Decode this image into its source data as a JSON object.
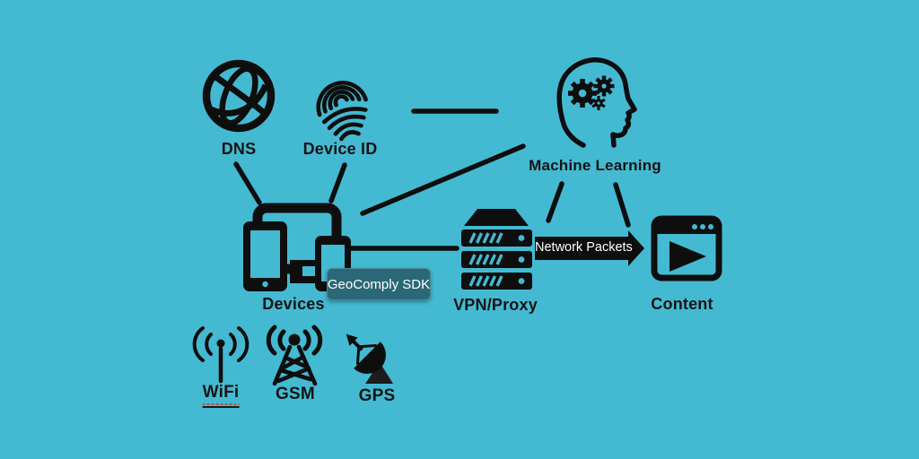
{
  "canvas": {
    "background_color": "#44bad2",
    "ink_color": "#0e0e0e"
  },
  "nodes": {
    "dns": {
      "label": "DNS",
      "icon": "globe-icon"
    },
    "device_id": {
      "label": "Device ID",
      "icon": "fingerprint-icon"
    },
    "machine_learning": {
      "label": "Machine Learning",
      "icon": "head-gears-icon"
    },
    "devices": {
      "label": "Devices",
      "icon": "responsive-devices-icon"
    },
    "vpn_proxy": {
      "label": "VPN/Proxy",
      "icon": "server-stack-icon"
    },
    "content": {
      "label": "Content",
      "icon": "browser-play-icon"
    },
    "wifi": {
      "label": "WiFi",
      "icon": "wifi-antenna-icon",
      "underlined": true
    },
    "gsm": {
      "label": "GSM",
      "icon": "gsm-tower-icon"
    },
    "gps": {
      "label": "GPS",
      "icon": "gps-dish-icon"
    }
  },
  "badge": {
    "label": "GeoComply SDK",
    "background_color": "#2b6877",
    "text_color": "#ffffff"
  },
  "flow_arrow": {
    "label": "Network Packets",
    "fill_color": "#0e0e0e",
    "text_color": "#ffffff"
  },
  "connections": [
    {
      "from": "dns",
      "to": "devices"
    },
    {
      "from": "device_id",
      "to": "devices"
    },
    {
      "from": "device_id",
      "to": "machine_learning"
    },
    {
      "from": "devices",
      "to": "machine_learning"
    },
    {
      "from": "devices",
      "to": "vpn_proxy"
    },
    {
      "from": "machine_learning",
      "to": "network_packets_arrow"
    },
    {
      "from": "machine_learning",
      "to": "content"
    },
    {
      "from": "vpn_proxy",
      "to": "content",
      "via": "network_packets_arrow"
    }
  ]
}
